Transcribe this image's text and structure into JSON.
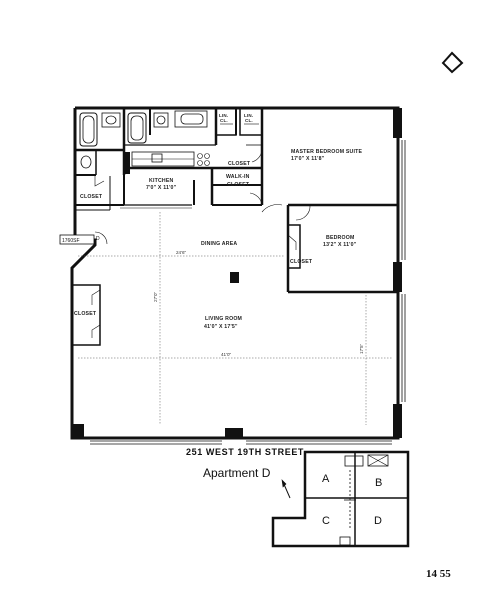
{
  "plan": {
    "rooms": {
      "master_bedroom": "MASTER BEDROOM SUITE",
      "master_bedroom_dims": "17'0\" X 11'8\"",
      "kitchen": "KITCHEN",
      "kitchen_dims": "7'0\" X 11'0\"",
      "closet_top": "CLOSET",
      "walk_in_line1": "WALK-IN",
      "walk_in_line2": "CLOSET",
      "closet_left": "CLOSET",
      "bedroom": "BEDROOM",
      "bedroom_dims": "13'2\" X 11'0\"",
      "closet_bedroom": "CLOSET",
      "closet_lower_left": "CLOSET",
      "dining": "DINING AREA",
      "living": "LIVING ROOM",
      "living_dims": "41'0\" X 17'5\"",
      "lin1": "LIN.",
      "lin2": "CL.",
      "lin3": "LIN.",
      "lin4": "CL."
    },
    "dimensions": {
      "dining_width": "24'6\"",
      "vertical_depth": "27'0\"",
      "living_width": "41'0\"",
      "right_depth": "17'5\""
    },
    "sqft_label": "1760SF",
    "entry_letter": "D"
  },
  "street": "251 WEST 19TH STREET",
  "key_plan": {
    "apartment_label": "Apartment D",
    "units": [
      "A",
      "B",
      "C",
      "D"
    ]
  },
  "page_number": "14  55"
}
